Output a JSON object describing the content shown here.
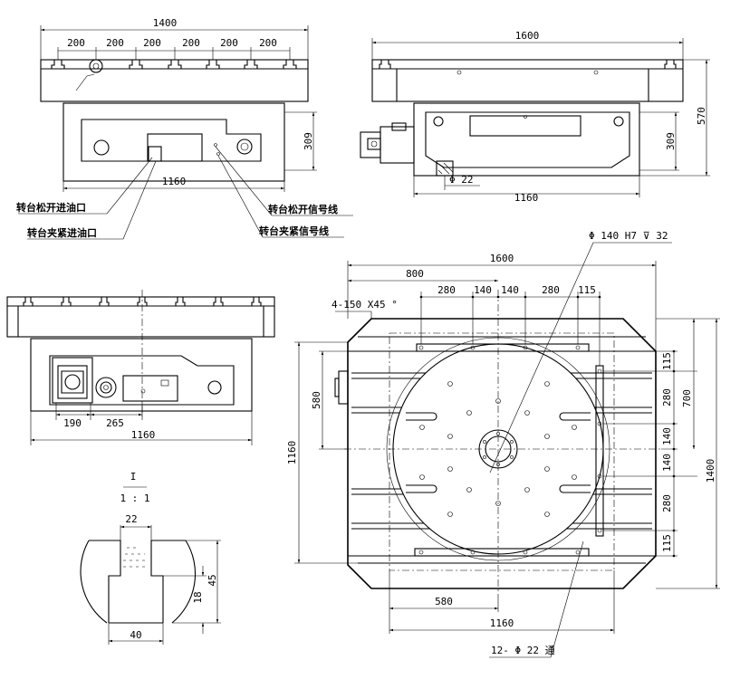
{
  "top_left_view": {
    "overall_width": "1400",
    "slot_spacings": [
      "200",
      "200",
      "200",
      "200",
      "200",
      "200"
    ],
    "base_width": "1160",
    "height": "309"
  },
  "top_right_view": {
    "overall_width": "1600",
    "total_height": "570",
    "height": "309",
    "hole_dia": "Φ 22",
    "base_width": "1160"
  },
  "labels": {
    "release_oil_inlet": "转台松开进油口",
    "clamp_oil_inlet": "转台夹紧进油口",
    "release_signal_line": "转台松开信号线",
    "clamp_signal_line": "转台夹紧信号线"
  },
  "mid_left_view": {
    "dim_190": "190",
    "dim_265": "265",
    "base_width": "1160"
  },
  "plan_view": {
    "overall_width": "1600",
    "half_width": "800",
    "chamfer": "4-150 X45 °",
    "top_dims": [
      "280",
      "140",
      "140",
      "280",
      "115"
    ],
    "center_bore": "Φ 140 H7 ⊽ 32",
    "right_dims": [
      "115",
      "280",
      "140",
      "140",
      "280",
      "115"
    ],
    "dim_700": "700",
    "dim_1400": "1400",
    "dim_580_left": "580",
    "dim_1160_left": "1160",
    "dim_580_bottom": "580",
    "dim_1160_bottom": "1160",
    "holes_callout": "12- Φ 22 通"
  },
  "section_detail": {
    "label": "I",
    "scale": "1 : 1",
    "dim_22": "22",
    "dim_45": "45",
    "dim_18": "18",
    "dim_40": "40"
  }
}
